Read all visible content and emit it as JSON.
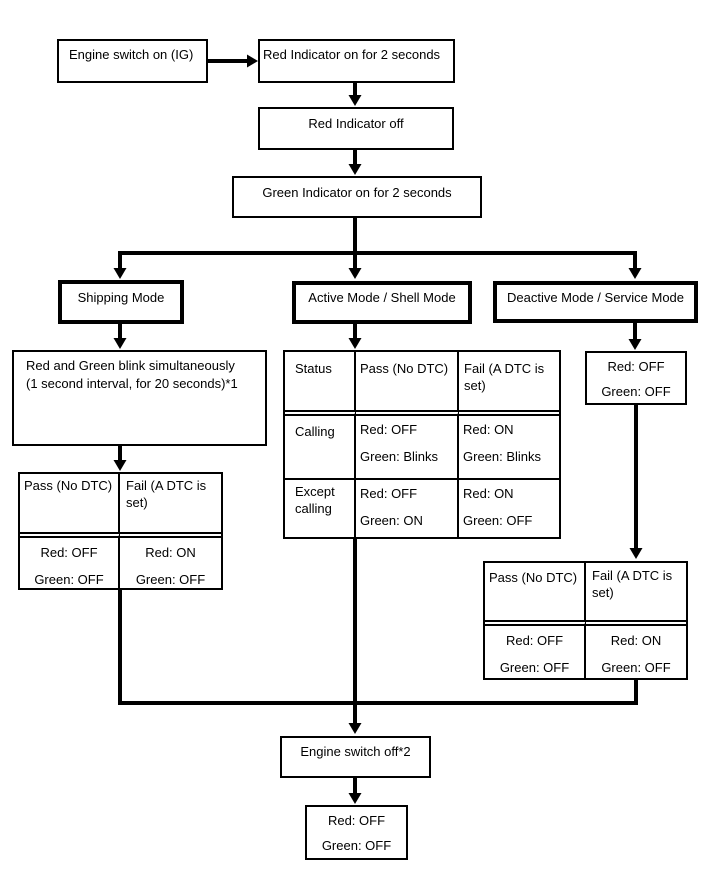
{
  "colors": {
    "line": "#000000",
    "background": "#ffffff",
    "text": "#000000"
  },
  "nodes": {
    "engine_switch_on": "Engine switch on (IG)",
    "red_indicator_on": "Red Indicator on for 2 seconds",
    "red_indicator_off": "Red Indicator off",
    "green_indicator_on": "Green Indicator on for 2 seconds",
    "shipping_mode": "Shipping Mode",
    "active_mode": "Active Mode / Shell Mode",
    "deactive_mode": "Deactive Mode / Service Mode",
    "blink_note_line1": "Red and Green blink simultaneously",
    "blink_note_line2": "(1 second interval, for 20 seconds)*1",
    "deactive_state": {
      "red": "Red: OFF",
      "green": "Green: OFF"
    },
    "engine_switch_off": "Engine switch off*2",
    "final_state": {
      "red": "Red: OFF",
      "green": "Green: OFF"
    }
  },
  "shipping_table": {
    "pass_header": "Pass (No DTC)",
    "fail_header": "Fail (A DTC is set)",
    "pass_result": {
      "red": "Red: OFF",
      "green": "Green: OFF"
    },
    "fail_result": {
      "red": "Red: ON",
      "green": "Green: OFF"
    }
  },
  "active_table": {
    "status_header": "Status",
    "pass_header": "Pass (No DTC)",
    "fail_header": "Fail (A DTC is set)",
    "calling": {
      "label": "Calling",
      "pass": {
        "red": "Red: OFF",
        "green": "Green: Blinks"
      },
      "fail": {
        "red": "Red: ON",
        "green": "Green: Blinks"
      }
    },
    "except_calling": {
      "label": "Except calling",
      "pass": {
        "red": "Red: OFF",
        "green": "Green: ON"
      },
      "fail": {
        "red": "Red: ON",
        "green": "Green: OFF"
      }
    }
  },
  "deactive_table": {
    "pass_header": "Pass (No DTC)",
    "fail_header": "Fail (A DTC is set)",
    "pass_result": {
      "red": "Red: OFF",
      "green": "Green: OFF"
    },
    "fail_result": {
      "red": "Red: ON",
      "green": "Green: OFF"
    }
  }
}
